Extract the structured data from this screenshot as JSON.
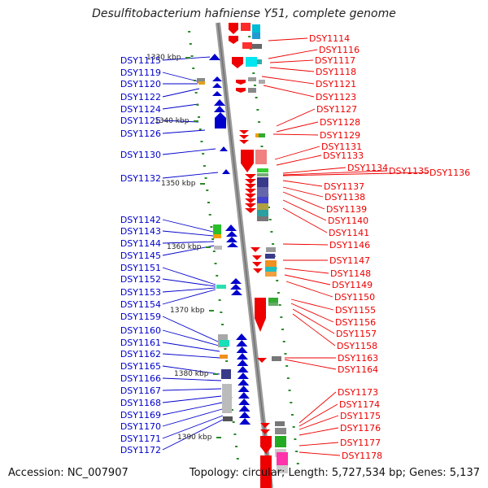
{
  "title": "Desulfitobacterium hafniense Y51, complete genome",
  "accession": "Accession: NC_007907",
  "topology": "Topology: circular; Length: 5,727,534 bp; Genes: 5,137",
  "colors": {
    "left": "#0000cc",
    "right": "#ee0000",
    "tick": "#2a8a2a",
    "axis": "#888888"
  },
  "left_labels": [
    "DSY1115",
    "DSY1119",
    "DSY1120",
    "DSY1122",
    "DSY1124",
    "DSY1125",
    "DSY1126",
    "DSY1130",
    "DSY1132",
    "DSY1142",
    "DSY1143",
    "DSY1144",
    "DSY1145",
    "DSY1151",
    "DSY1152",
    "DSY1153",
    "DSY1154",
    "DSY1159",
    "DSY1160",
    "DSY1161",
    "DSY1162",
    "DSY1165",
    "DSY1166",
    "DSY1167",
    "DSY1168",
    "DSY1169",
    "DSY1170",
    "DSY1171",
    "DSY1172"
  ],
  "right_labels": [
    "DSY1114",
    "DSY1116",
    "DSY1117",
    "DSY1118",
    "DSY1121",
    "DSY1123",
    "DSY1127",
    "DSY1128",
    "DSY1129",
    "DSY1131",
    "DSY1133",
    "DSY1134",
    "DSY1135",
    "DSY1136",
    "DSY1137",
    "DSY1138",
    "DSY1139",
    "DSY1140",
    "DSY1141",
    "DSY1146",
    "DSY1147",
    "DSY1148",
    "DSY1149",
    "DSY1150",
    "DSY1155",
    "DSY1156",
    "DSY1157",
    "DSY1158",
    "DSY1163",
    "DSY1164",
    "DSY1173",
    "DSY1174",
    "DSY1175",
    "DSY1176",
    "DSY1177",
    "DSY1178"
  ],
  "kbp_labels": [
    "1330 kbp",
    "1340 kbp",
    "1350 kbp",
    "1360 kbp",
    "1370 kbp",
    "1380 kbp",
    "1390 kbp"
  ]
}
